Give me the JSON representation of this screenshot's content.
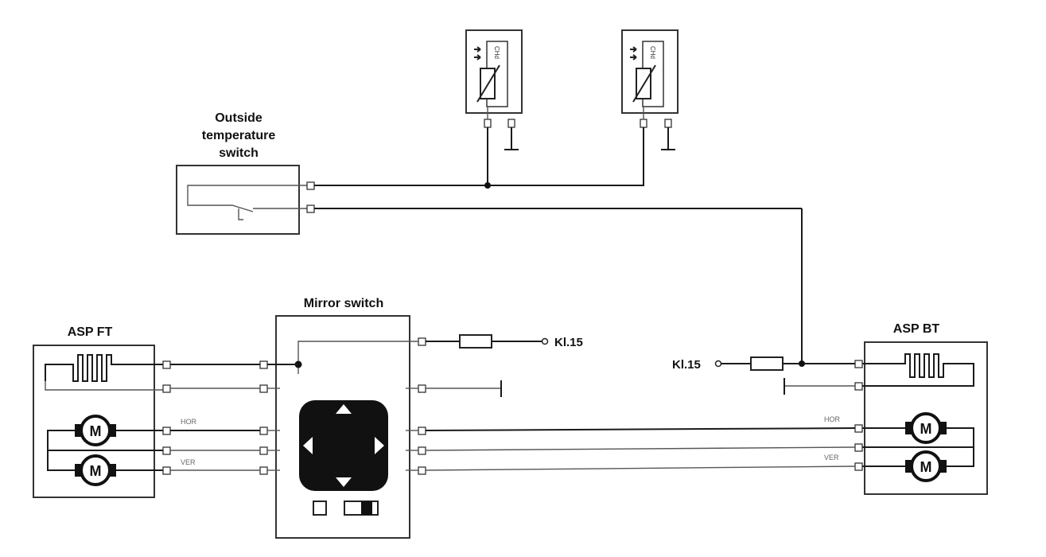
{
  "outside_temp_switch": {
    "title_line1": "Outside",
    "title_line2": "temperature",
    "title_line3": "switch"
  },
  "mirror_switch": {
    "title": "Mirror switch"
  },
  "asp_ft": {
    "title": "ASP FT",
    "hor_label": "HOR",
    "ver_label": "VER",
    "motor_label": "M"
  },
  "asp_bt": {
    "title": "ASP BT",
    "hor_label": "HOR",
    "ver_label": "VER",
    "motor_label": "M"
  },
  "kl15_right": "Kl.15",
  "kl15_left": "Kl.15",
  "sensor_tag": "CHd"
}
